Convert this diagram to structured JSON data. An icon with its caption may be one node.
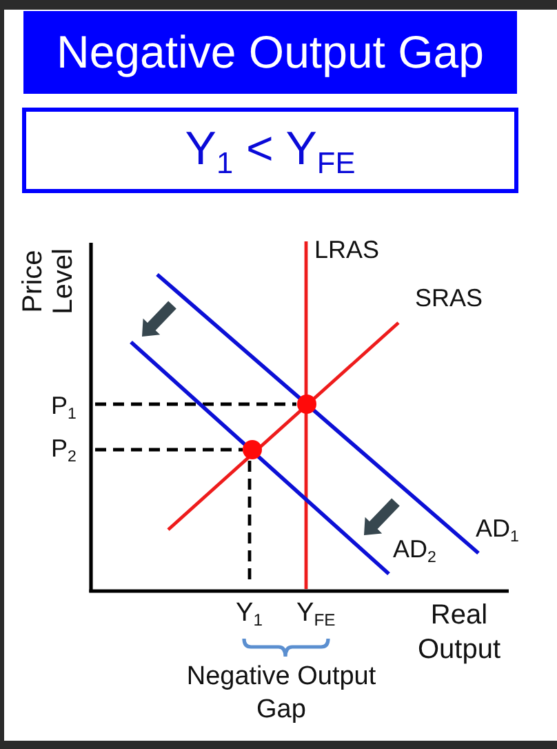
{
  "diagram": {
    "nodes": [
      {
        "text": [
          "Negative Output Gap"
        ]
      },
      {
        "text": [
          "Y$_{1}$ < Y$_{FE}$"
        ]
      }
    ],
    "labels": [
      "Price Level",
      "LRAS",
      "SRAS",
      "P$_{1}$",
      "P$_{2}$",
      "AD$_{1}$",
      "AD$_{2}$",
      "Y$_{1}$",
      "Y$_{FE}$",
      "Real Output",
      "Negative Output Gap"
    ]
  }
}
